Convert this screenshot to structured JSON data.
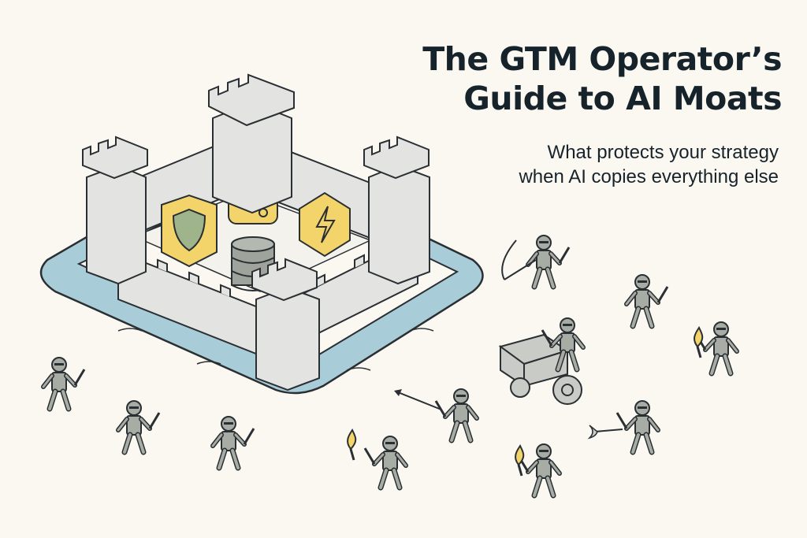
{
  "title": {
    "line1": "The GTM Operator’s",
    "line2": "Guide to AI Moats"
  },
  "subtitle": {
    "line1": "What protects your strategy",
    "line2": "when AI copies everything else"
  },
  "icons": [
    "shield-icon",
    "network-share-icon",
    "lightning-icon",
    "database-icon"
  ],
  "colors": {
    "background": "#fbf8f2",
    "text": "#17232b",
    "moat": "#a9cdd8",
    "stone": "#e3e3e1",
    "accent": "#f3d46b",
    "shield": "#9fb48a",
    "soldier": "#a7aca5"
  }
}
